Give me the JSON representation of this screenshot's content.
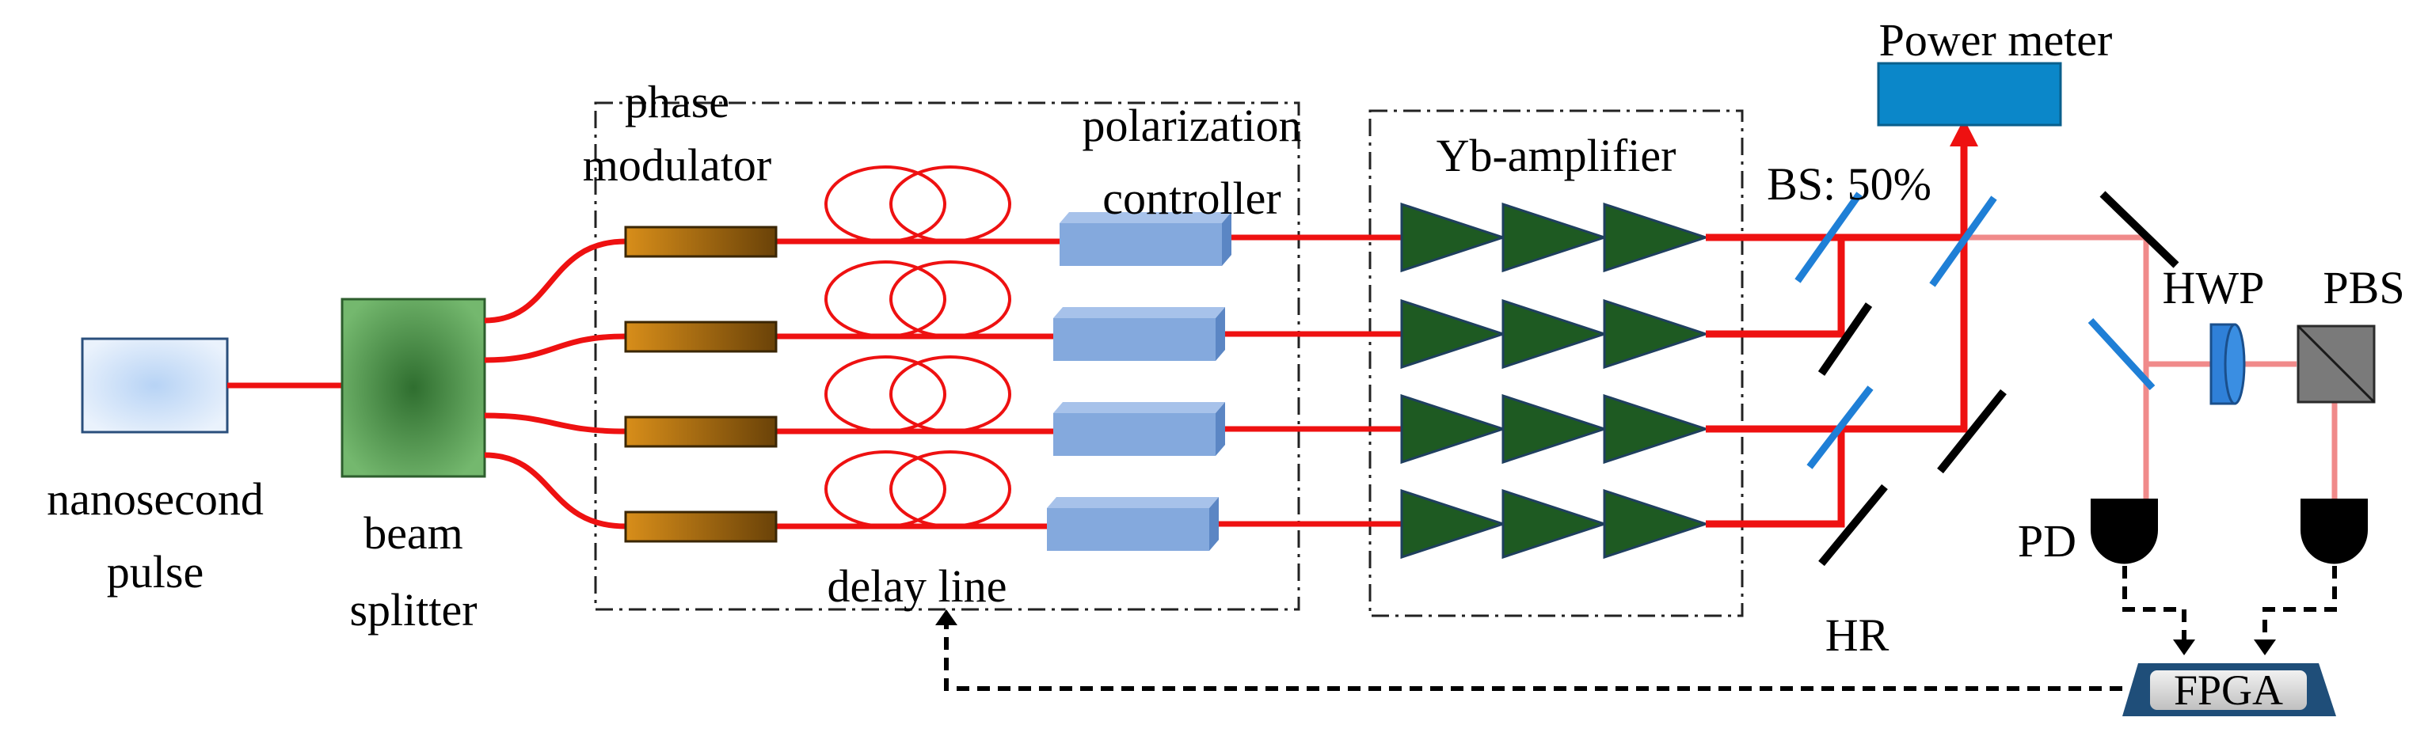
{
  "labels": {
    "nanosecond_pulse": [
      "nanosecond",
      "pulse"
    ],
    "beam_splitter": [
      "beam",
      "splitter"
    ],
    "phase_modulator": [
      "phase",
      "modulator"
    ],
    "polarization_controller": [
      "polarization",
      "controller"
    ],
    "delay_line": "delay line",
    "yb_amplifier": "Yb-amplifier",
    "power_meter": "Power meter",
    "bs_ratio": "BS: 50%",
    "hwp": "HWP",
    "pbs": "PBS",
    "pd": "PD",
    "hr": "HR",
    "fpga": "FPGA"
  },
  "colors": {
    "fiber": "#ee1111",
    "free_space_beam": "#f08a8a",
    "amplifier": "#1e5a22",
    "beam_splitter_optic": "#1f7fd6",
    "mirror": "#000000",
    "power_meter": "#0b87c9",
    "polarization_controller": "#84a9dd",
    "fpga": "#1f4e79",
    "feedback_line": "#000000"
  },
  "channels": 4,
  "icons": {
    "source": "seed-laser-icon",
    "splitter": "fiber-splitter-icon",
    "modulator": "phase-modulator-icon",
    "delay": "fiber-coil-icon",
    "controller": "polarization-controller-icon",
    "amplifier": "triangle-amplifier-icon",
    "detector": "photodiode-icon"
  }
}
